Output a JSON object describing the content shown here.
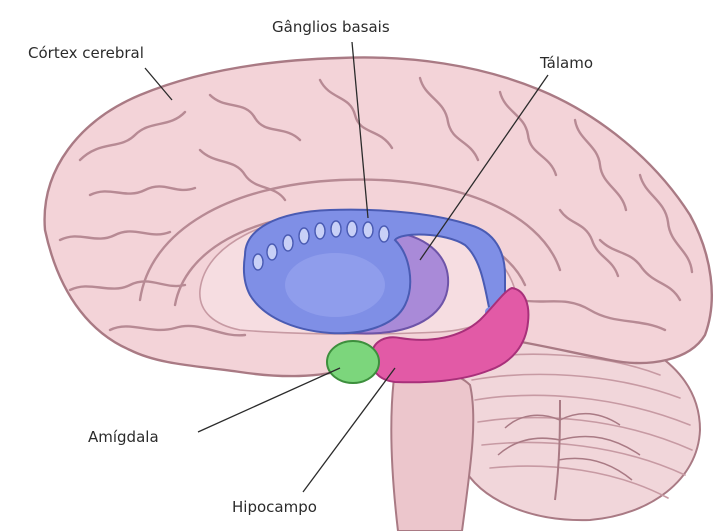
{
  "labels": {
    "cortex": "Córtex cerebral",
    "basal_ganglia": "Gânglios basais",
    "thalamus": "Tálamo",
    "amygdala": "Amígdala",
    "hippocampus": "Hipocampo"
  },
  "colors": {
    "cortex": "#f3d3d8",
    "cortex_outline": "#a97a84",
    "basal_ganglia": "#7f8fe6",
    "thalamus": "#a98ad8",
    "hippocampus": "#e25aa6",
    "amygdala": "#7cd67c",
    "cerebellum": "#f1d6da"
  }
}
